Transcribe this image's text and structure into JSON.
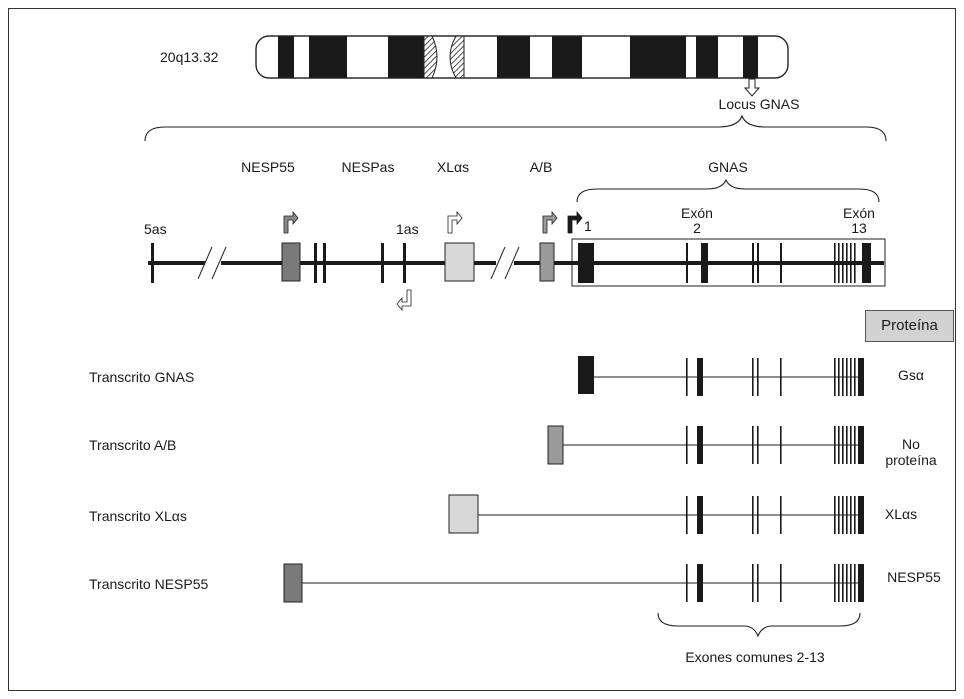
{
  "chromosome": {
    "band": "20q13.32",
    "locus_label": "Locus GNAS"
  },
  "locus": {
    "features": [
      {
        "label": "5as"
      },
      {
        "label": "NESP55"
      },
      {
        "label": "NESPas"
      },
      {
        "label": "XLαs"
      },
      {
        "label": "1as"
      },
      {
        "label": "A/B"
      },
      {
        "label": "GNAS"
      }
    ],
    "exon_labels": {
      "exon1": "1",
      "exon2_word": "Exón",
      "exon2_num": "2",
      "exon13_word": "Exón",
      "exon13_num": "13"
    }
  },
  "protein_header": "Proteína",
  "transcripts": [
    {
      "name": "Transcrito GNAS",
      "protein": "Gsα",
      "first_exon_fill": "#1a1a1a"
    },
    {
      "name": "Transcrito A/B",
      "protein_line1": "No",
      "protein_line2": "proteína",
      "first_exon_fill": "#9a9a9a"
    },
    {
      "name": "Transcrito XLαs",
      "protein": "XLαs",
      "first_exon_fill": "#d0d0d0"
    },
    {
      "name": "Transcrito NESP55",
      "protein": "NESP55",
      "first_exon_fill": "#7a7a7a"
    }
  ],
  "common_exons_label": "Exones comunes 2-13"
}
